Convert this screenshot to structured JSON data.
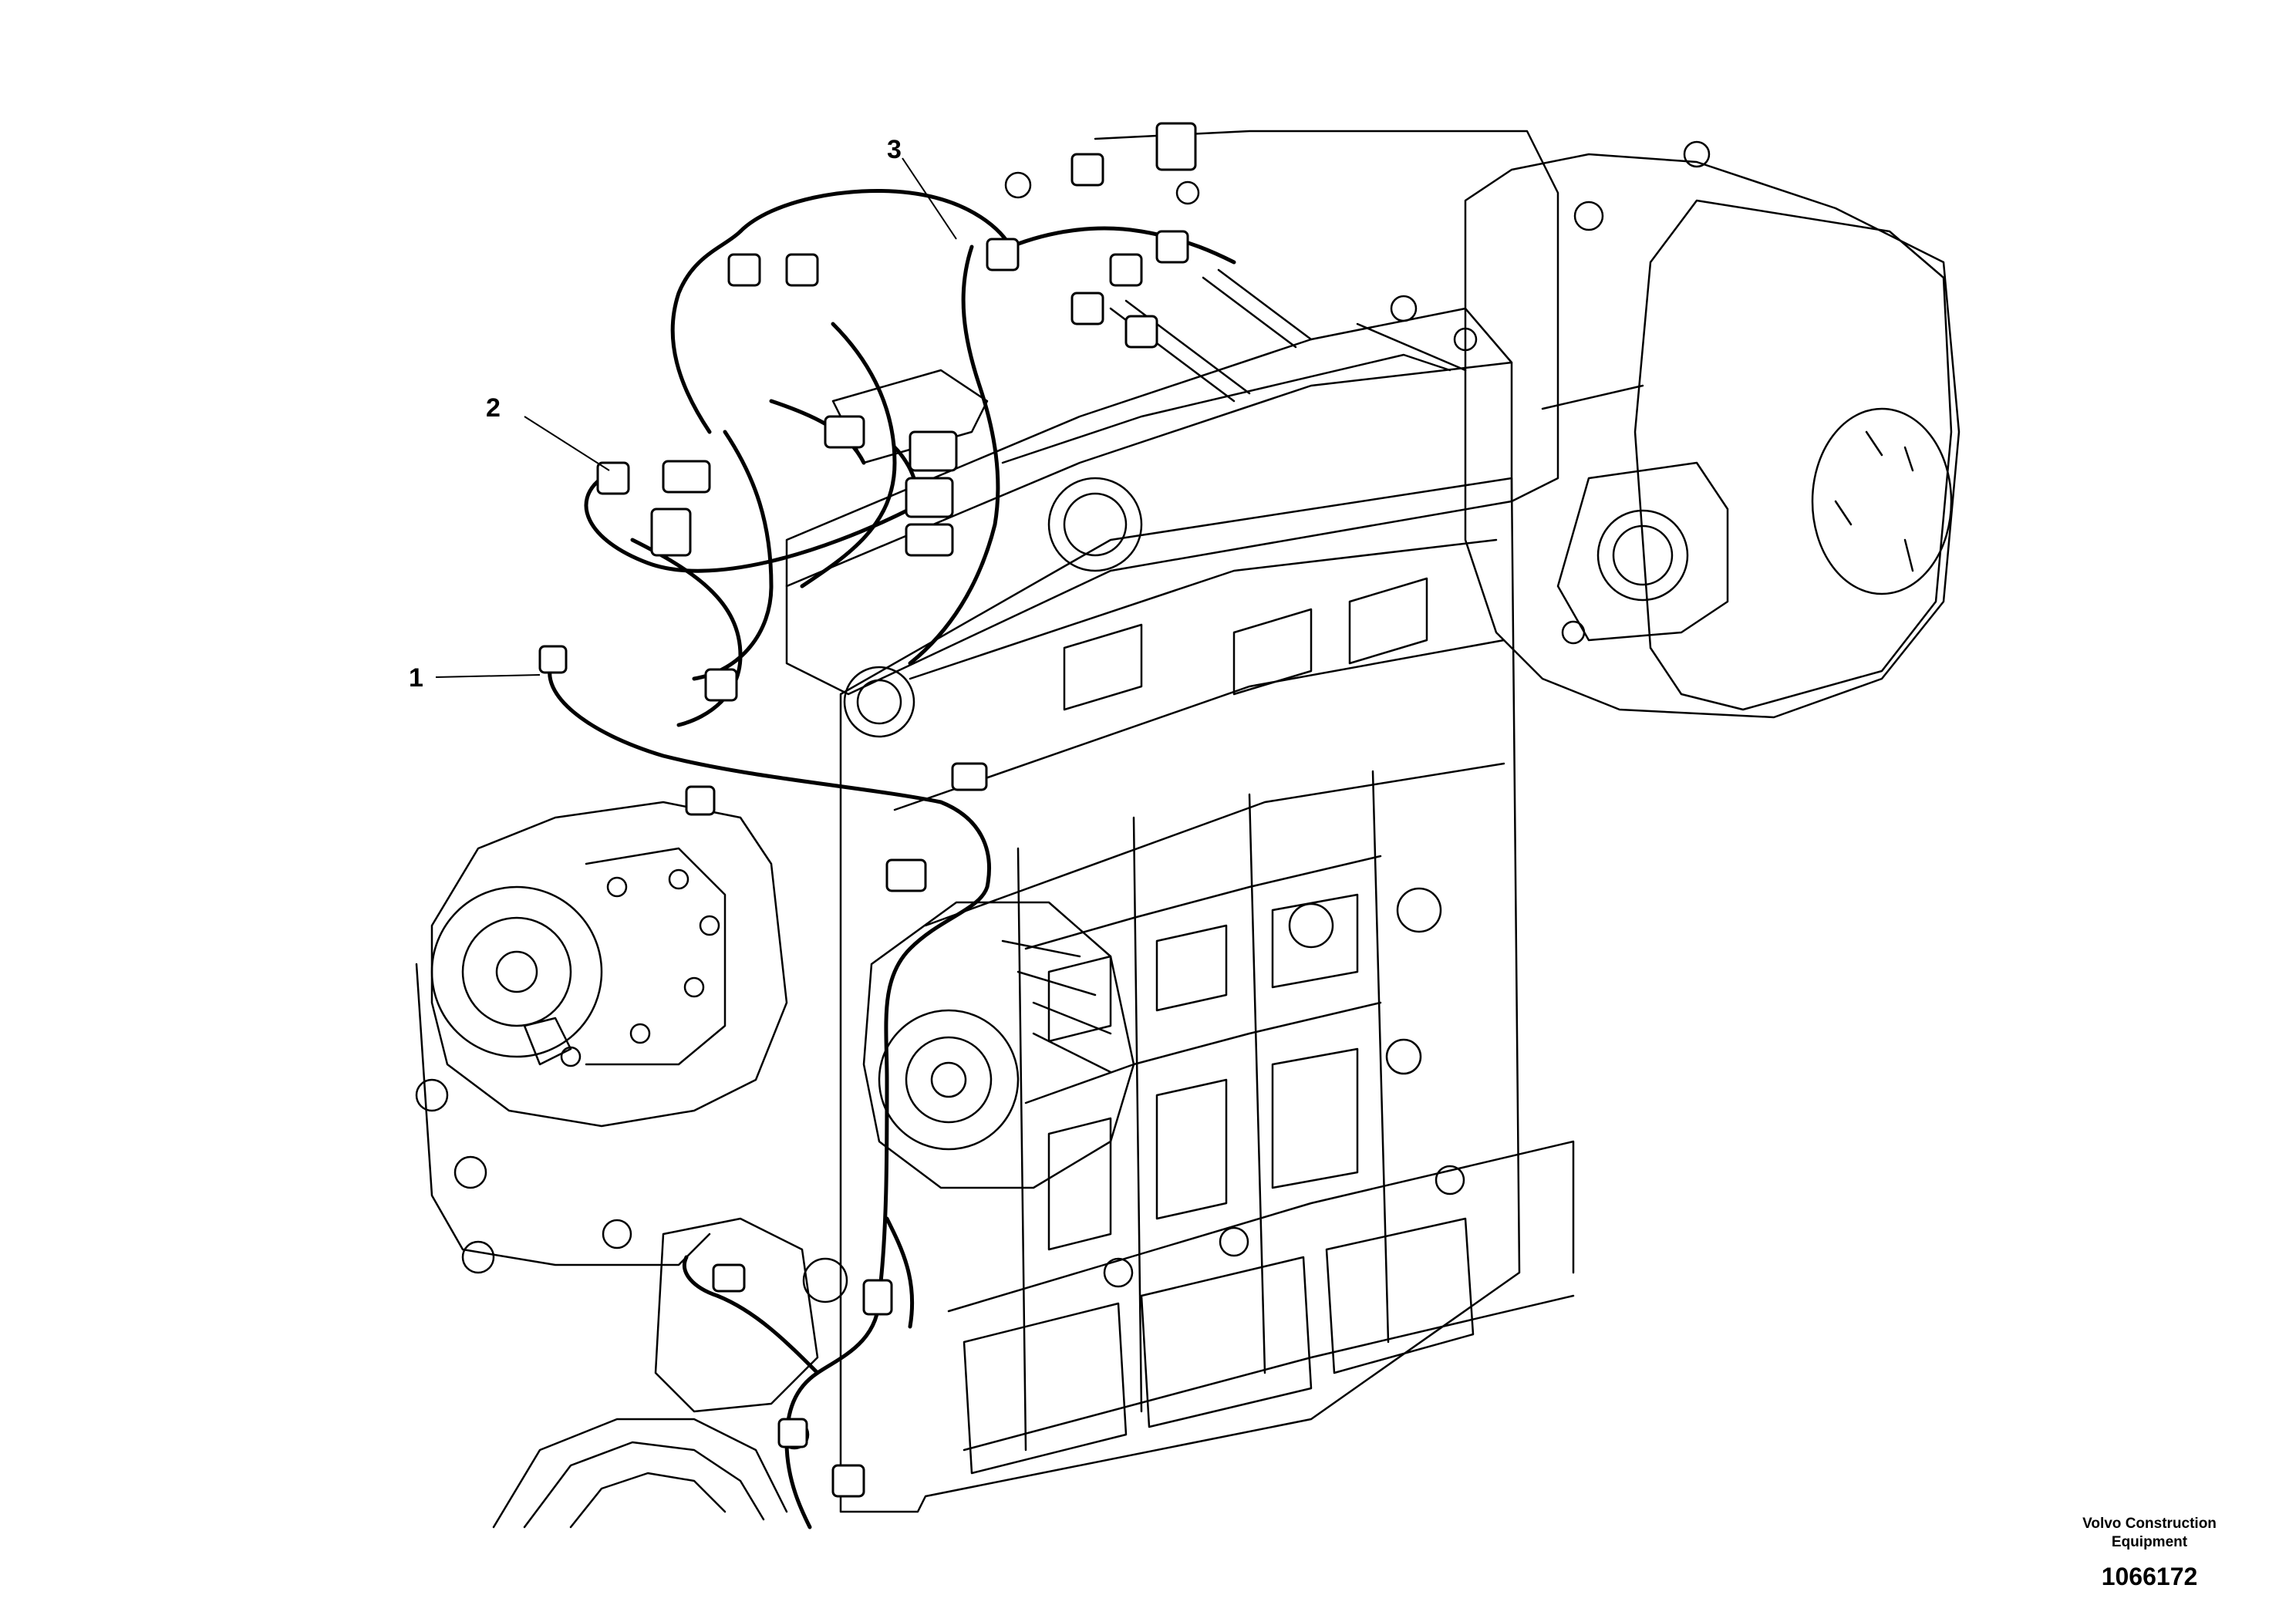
{
  "callouts": [
    {
      "label": "1"
    },
    {
      "label": "2"
    },
    {
      "label": "3"
    }
  ],
  "credit": {
    "line1": "Volvo Construction",
    "line2": "Equipment",
    "figure_number": "1066172"
  }
}
